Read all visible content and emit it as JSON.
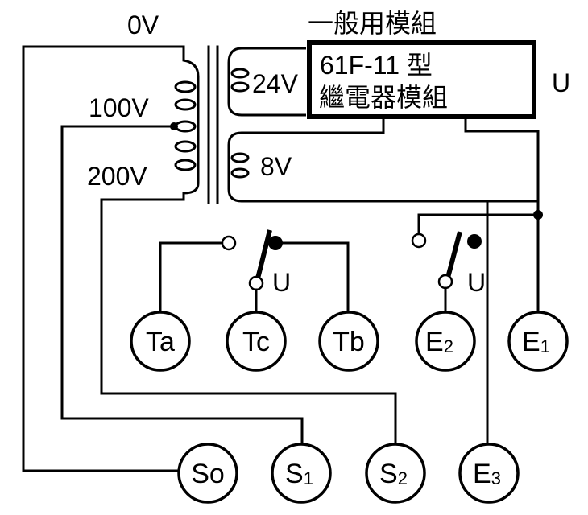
{
  "diagram": {
    "title": "一般用模組",
    "module": {
      "line1": "61F-11 型",
      "line2": "繼電器模組",
      "relay_label": "U"
    },
    "transformer": {
      "primary_taps": [
        "0V",
        "100V",
        "200V"
      ],
      "secondary_windings": [
        "24V",
        "8V"
      ]
    },
    "contacts": [
      {
        "name": "contact-t",
        "label": "U"
      },
      {
        "name": "contact-e",
        "label": "U"
      }
    ],
    "terminals_row1": [
      {
        "id": "Ta",
        "main": "Ta",
        "sub": ""
      },
      {
        "id": "Tc",
        "main": "Tc",
        "sub": ""
      },
      {
        "id": "Tb",
        "main": "Tb",
        "sub": ""
      },
      {
        "id": "E2",
        "main": "E",
        "sub": "2"
      },
      {
        "id": "E1",
        "main": "E",
        "sub": "1"
      }
    ],
    "terminals_row2": [
      {
        "id": "So",
        "main": "So",
        "sub": ""
      },
      {
        "id": "S1",
        "main": "S",
        "sub": "1"
      },
      {
        "id": "S2",
        "main": "S",
        "sub": "2"
      },
      {
        "id": "E3",
        "main": "E",
        "sub": "3"
      }
    ]
  }
}
